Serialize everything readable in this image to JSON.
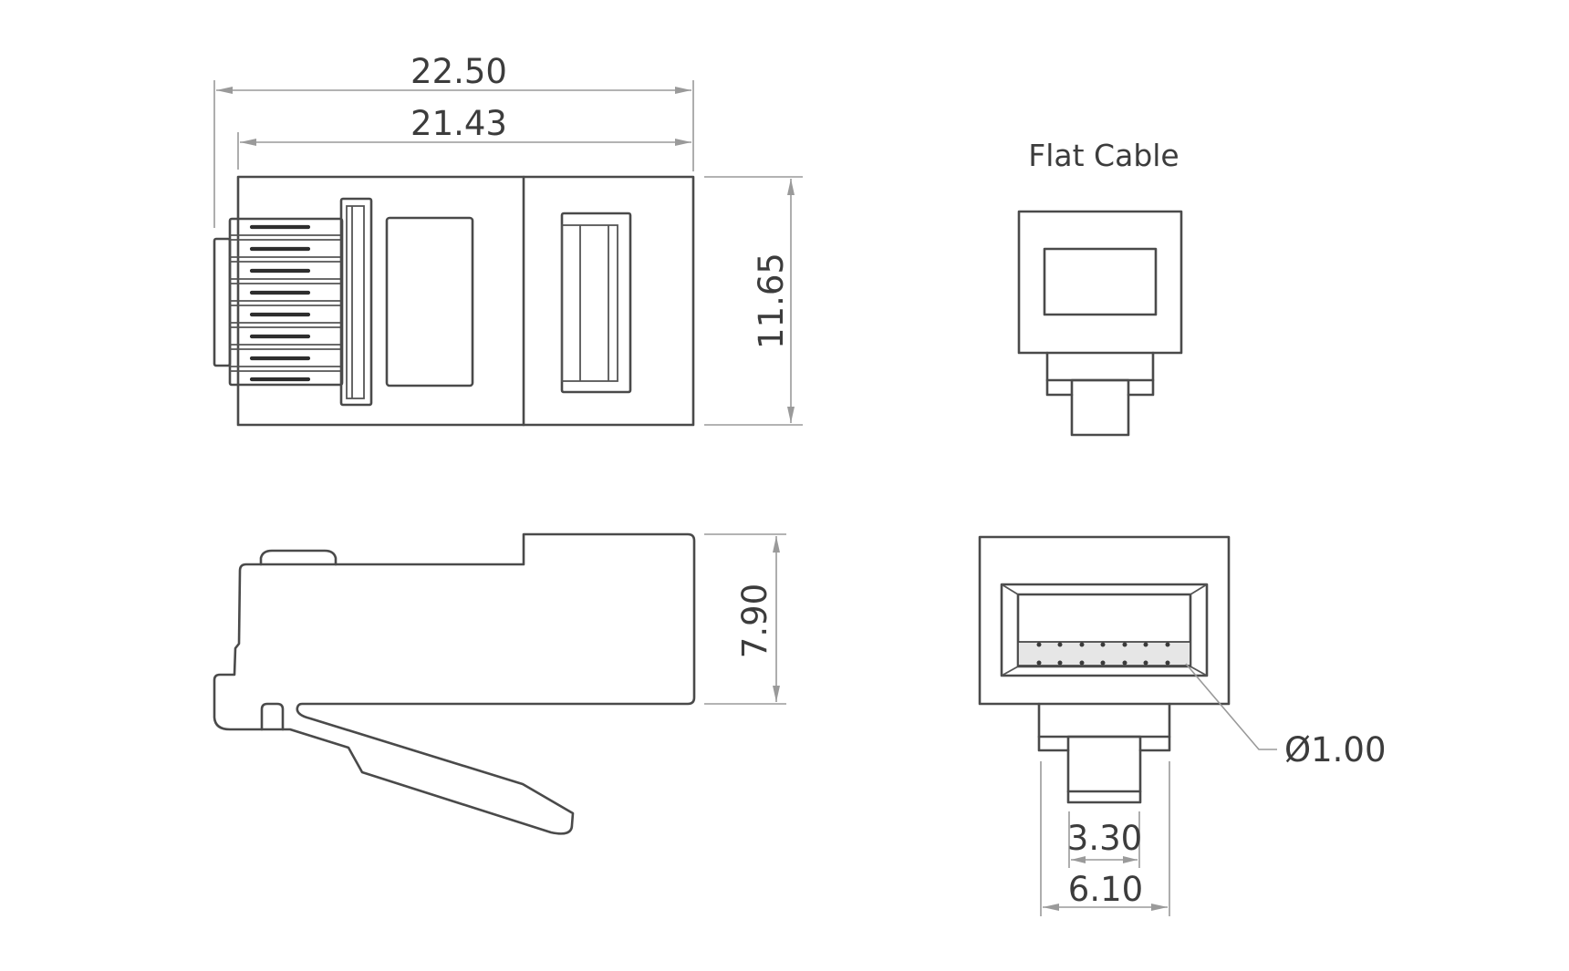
{
  "drawing": {
    "title": "RJ45 modular plug dimensional drawing",
    "units": "mm",
    "colors": {
      "outline": "#4a4a4a",
      "dimension": "#9a9a9a",
      "text": "#3c3c3c",
      "background": "#ffffff"
    }
  },
  "views": {
    "top_view": {
      "name": "top-view"
    },
    "side_view": {
      "name": "side-view"
    },
    "end_view_top": {
      "name": "flat-cable-end-view",
      "label": "Flat Cable"
    },
    "end_view_bottom": {
      "name": "cable-entry-view"
    }
  },
  "dimensions": {
    "overall_length": "22.50",
    "body_length": "21.43",
    "width": "11.65",
    "height": "7.90",
    "wire_diameter": "Ø1.00",
    "tab_width": "3.30",
    "boot_width": "6.10"
  },
  "contacts": {
    "count": 8
  },
  "wire_dots": {
    "count": 7
  }
}
